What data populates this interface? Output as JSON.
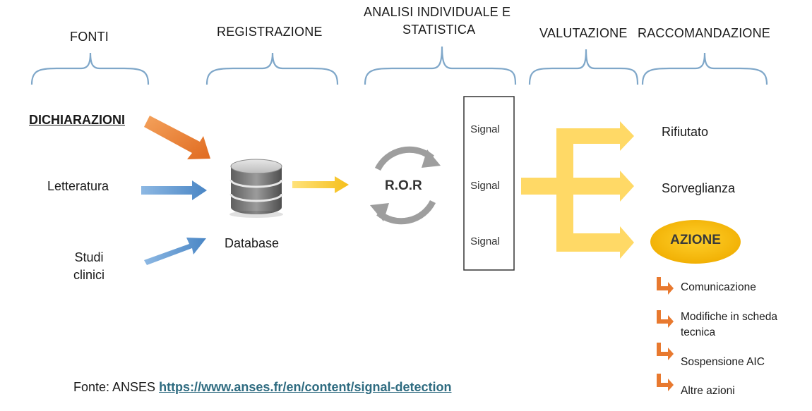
{
  "headers": {
    "fonti": "FONTI",
    "registrazione": "REGISTRAZIONE",
    "analisi_line1": "ANALISI INDIVIDUALE E",
    "analisi_line2": "STATISTICA",
    "valutazione": "VALUTAZIONE",
    "raccomandazione": "RACCOMANDAZIONE"
  },
  "sources": {
    "dichiarazioni": "DICHIARAZIONI",
    "letteratura": "Letteratura",
    "studi_line1": "Studi",
    "studi_line2": "clinici"
  },
  "database_label": "Database",
  "ror_label": "R.O.R",
  "signals": [
    "Signal",
    "Signal",
    "Signal"
  ],
  "outcomes": {
    "rifiutato": "Rifiutato",
    "sorveglianza": "Sorveglianza",
    "azione": "AZIONE"
  },
  "actions": [
    "Comunicazione",
    "Modifiche in scheda",
    "tecnica",
    "Sospensione AIC",
    "Altre azioni"
  ],
  "footer": {
    "prefix": "Fonte: ANSES",
    "link": "https://www.anses.fr/en/content/signal-detection"
  },
  "colors": {
    "brace": "#7fa7c9",
    "orange_arrow": "#e8792f",
    "blue_arrow": "#5b9bd5",
    "yellow": "#ffd966",
    "azione_fill": "#f5b800",
    "link": "#2e6b80"
  }
}
